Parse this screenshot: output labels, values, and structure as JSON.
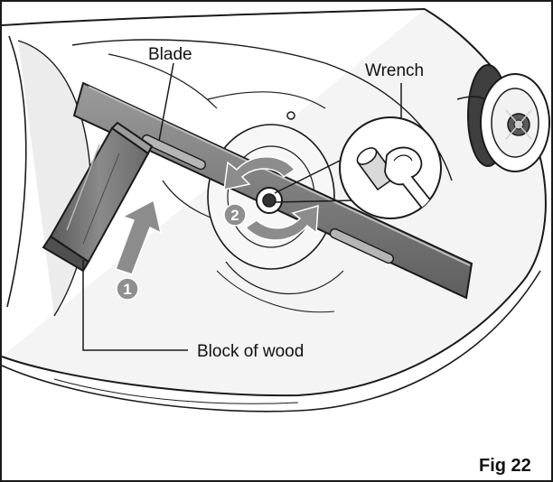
{
  "labels": {
    "blade": "Blade",
    "wrench": "Wrench",
    "block": "Block of wood",
    "figure": "Fig 22"
  },
  "steps": {
    "one": "1",
    "two": "2"
  },
  "colors": {
    "outline": "#1a1a1a",
    "blade": "#7a7a7a",
    "block": "#6f6f6f",
    "arrow": "#8c8c8c",
    "badge": "#8f8f8f",
    "wheel": "#555555"
  }
}
